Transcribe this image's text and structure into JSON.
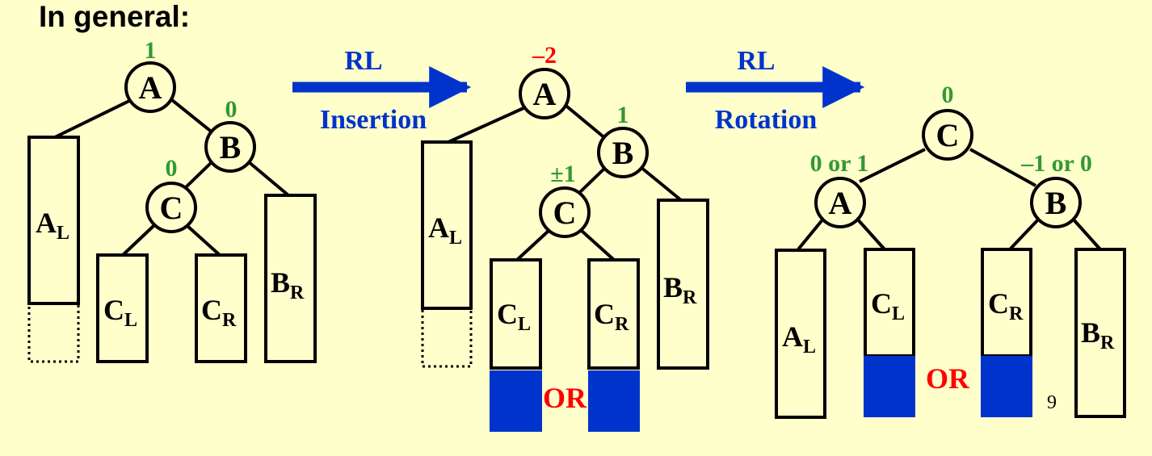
{
  "title": "In general:",
  "colors": {
    "background": "#ffffcc",
    "balance_green": "#339933",
    "balance_red": "#ff0000",
    "arrow_blue": "#0033cc",
    "insert_block": "#0033cc"
  },
  "arrows": [
    {
      "top": "RL",
      "bottom": "Insertion"
    },
    {
      "top": "RL",
      "bottom": "Rotation"
    }
  ],
  "tree1": {
    "balance": {
      "A": "1",
      "B": "0",
      "C": "0"
    },
    "nodes": {
      "A": "A",
      "B": "B",
      "C": "C"
    },
    "subtrees": {
      "AL": {
        "main": "A",
        "sub": "L"
      },
      "CL": {
        "main": "C",
        "sub": "L"
      },
      "CR": {
        "main": "C",
        "sub": "R"
      },
      "BR": {
        "main": "B",
        "sub": "R"
      }
    }
  },
  "tree2": {
    "balance": {
      "A": "–2",
      "B": "1",
      "C": "±1"
    },
    "nodes": {
      "A": "A",
      "B": "B",
      "C": "C"
    },
    "subtrees": {
      "AL": {
        "main": "A",
        "sub": "L"
      },
      "CL": {
        "main": "C",
        "sub": "L"
      },
      "CR": {
        "main": "C",
        "sub": "R"
      },
      "BR": {
        "main": "B",
        "sub": "R"
      }
    },
    "or": "OR"
  },
  "tree3": {
    "balance": {
      "C": "0",
      "A": "0 or 1",
      "B": "–1 or 0"
    },
    "nodes": {
      "A": "A",
      "B": "B",
      "C": "C"
    },
    "subtrees": {
      "AL": {
        "main": "A",
        "sub": "L"
      },
      "CL": {
        "main": "C",
        "sub": "L"
      },
      "CR": {
        "main": "C",
        "sub": "R"
      },
      "BR": {
        "main": "B",
        "sub": "R"
      }
    },
    "or": "OR"
  },
  "page_number": "9"
}
